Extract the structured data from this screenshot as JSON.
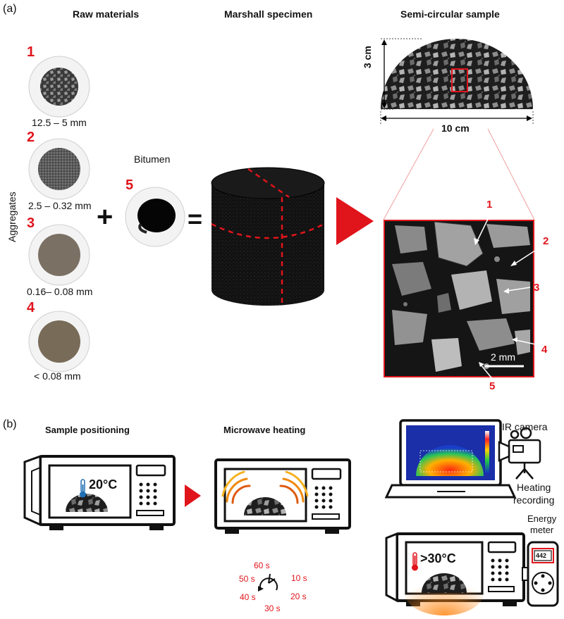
{
  "panel_a": {
    "label": "(a)",
    "headers": {
      "raw": "Raw materials",
      "marshall": "Marshall specimen",
      "semi": "Semi-circular sample"
    },
    "aggregates_label": "Aggregates",
    "bitumen_label": "Bitumen",
    "plus": "+",
    "equals": "=",
    "materials": [
      {
        "num": "1",
        "size": "12.5 – 5 mm"
      },
      {
        "num": "2",
        "size": "2.5 – 0.32 mm"
      },
      {
        "num": "3",
        "size": "0.16– 0.08 mm"
      },
      {
        "num": "4",
        "size": "< 0.08 mm"
      },
      {
        "num": "5"
      }
    ],
    "dims": {
      "height": "3 cm",
      "width": "10 cm"
    },
    "scale_bar": "2 mm",
    "zoom_labels": [
      "1",
      "2",
      "3",
      "4",
      "5"
    ]
  },
  "panel_b": {
    "label": "(b)",
    "step1": "Sample positioning",
    "step2": "Microwave heating",
    "temp1": "20°C",
    "temp2": ">30°C",
    "ir_camera": "IR camera",
    "heating_recording": "Heating\nrecording",
    "energy_meter": "Energy\nmeter",
    "meter_reading": "442",
    "times": [
      "60 s",
      "10 s",
      "20 s",
      "30 s",
      "40 s",
      "50 s"
    ]
  },
  "colors": {
    "accent": "#e0141b",
    "thermo": "#1f6fb5"
  }
}
